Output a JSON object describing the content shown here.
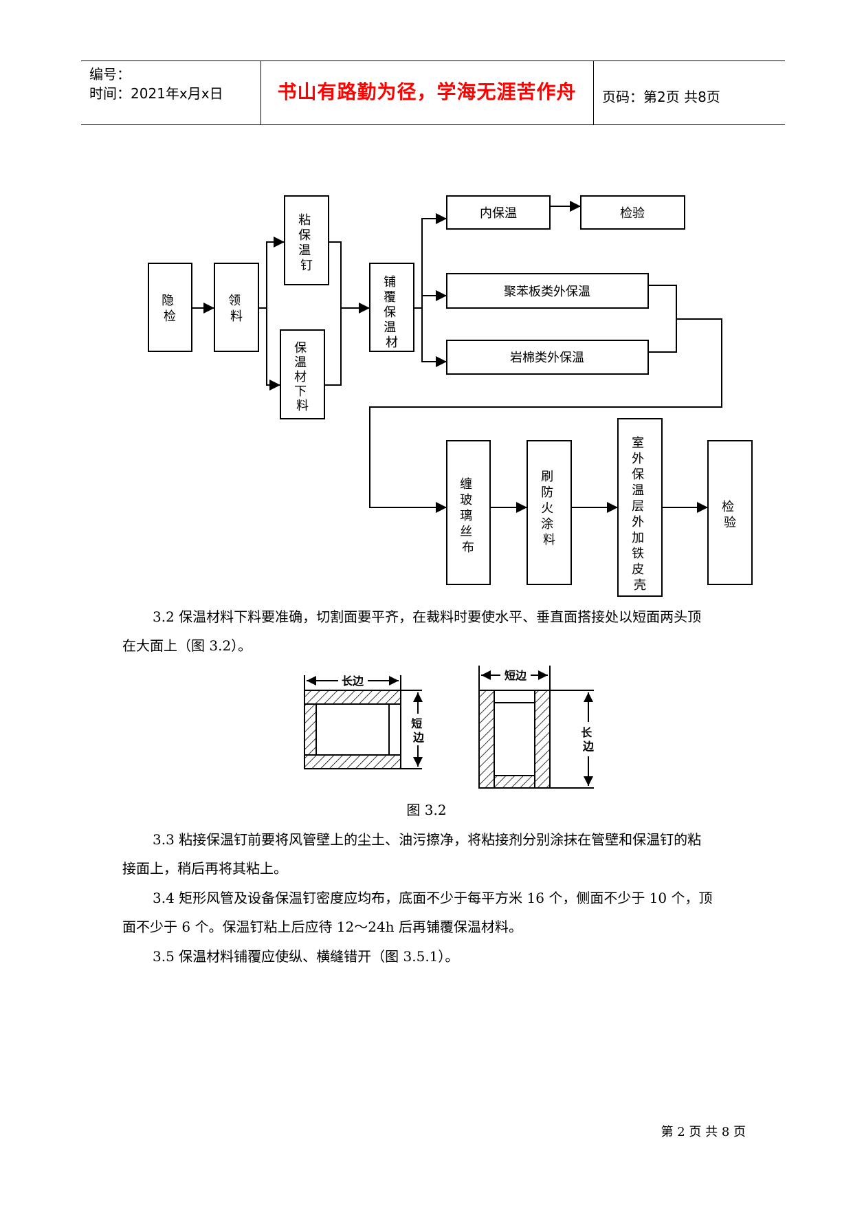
{
  "header": {
    "number_label": "编号：",
    "time_label": "时间：2021年x月x日",
    "motto": "书山有路勤为径，学海无涯苦作舟",
    "page_label": "页码：第2页  共8页"
  },
  "flowchart": {
    "n1": [
      "隐",
      "检"
    ],
    "n2": [
      "领",
      "料"
    ],
    "n3": [
      "粘",
      "保",
      "温",
      "钉"
    ],
    "n4": [
      "保",
      "温",
      "材",
      "下",
      "料"
    ],
    "n5": [
      "铺",
      "覆",
      "保",
      "温",
      "材"
    ],
    "n6": "内保温",
    "n7": "检验",
    "n8": "聚苯板类外保温",
    "n9": "岩棉类外保温",
    "n10": [
      "缠",
      "玻",
      "璃",
      "丝",
      "布"
    ],
    "n11": [
      "刷",
      "防",
      "火",
      "涂",
      "料"
    ],
    "n12": [
      "室",
      "外",
      "保",
      "温",
      "层",
      "外",
      "加",
      "铁",
      "皮",
      "壳"
    ],
    "n13": [
      "检",
      "验"
    ]
  },
  "para_3_2": {
    "line1": "3.2 保温材料下料要准确，切割面要平齐，在裁料时要使水平、垂直面搭接处以短面两头顶",
    "line2": "在大面上（图 3.2）。"
  },
  "figure_3_2": {
    "left": {
      "top_label": "长边",
      "side_label": [
        "短",
        "边"
      ]
    },
    "right": {
      "top_label": "短边",
      "side_label": [
        "长",
        "边"
      ]
    },
    "caption": "图 3.2"
  },
  "para_3_3": {
    "line1": "3.3 粘接保温钉前要将风管壁上的尘土、油污擦净，将粘接剂分别涂抹在管壁和保温钉的粘",
    "line2": "接面上，稍后再将其粘上。"
  },
  "para_3_4": {
    "line1": "3.4 矩形风管及设备保温钉密度应均布，底面不少于每平方米 16 个，侧面不少于 10 个，顶",
    "line2": "面不少于 6 个。保温钉粘上后应待 12～24h 后再铺覆保温材料。"
  },
  "para_3_5": {
    "line1": "3.5 保温材料铺覆应使纵、横缝错开（图 3.5.1）。"
  },
  "footer": {
    "page": "第 2 页 共 8 页"
  }
}
